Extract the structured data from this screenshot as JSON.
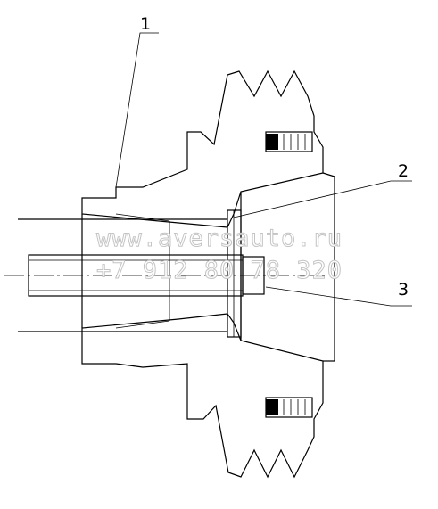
{
  "callouts": [
    {
      "id": "1",
      "label": "1"
    },
    {
      "id": "2",
      "label": "2"
    },
    {
      "id": "3",
      "label": "3"
    }
  ],
  "watermark": {
    "site": "www.aversauto.ru",
    "phone": "+7 912 80 78 320"
  }
}
